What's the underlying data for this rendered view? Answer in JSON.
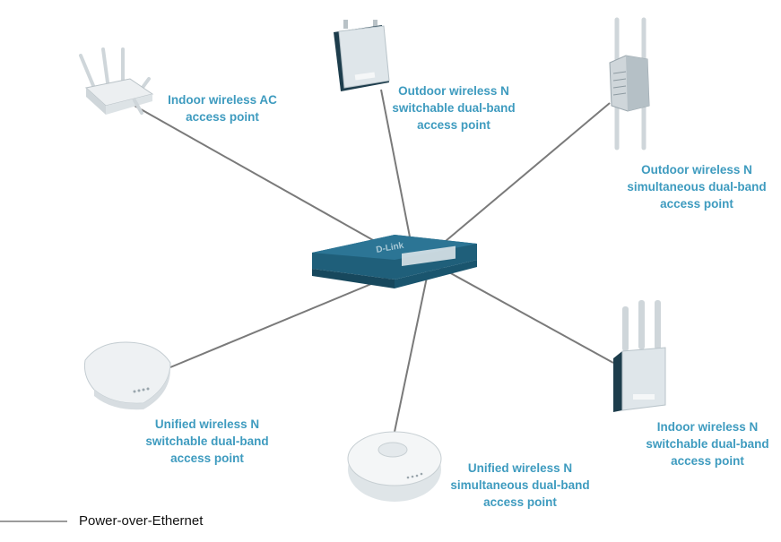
{
  "devices": {
    "indoor_ac": {
      "lines": [
        "Indoor wireless AC",
        "access point"
      ]
    },
    "outdoor_switchable": {
      "lines": [
        "Outdoor wireless N",
        "switchable dual-band",
        "access point"
      ]
    },
    "outdoor_simultaneous": {
      "lines": [
        "Outdoor wireless N",
        "simultaneous dual-band",
        "access point"
      ]
    },
    "unified_switchable": {
      "lines": [
        "Unified wireless N",
        "switchable dual-band",
        "access point"
      ]
    },
    "unified_simultaneous": {
      "lines": [
        "Unified wireless N",
        "simultaneous dual-band",
        "access point"
      ]
    },
    "indoor_switchable": {
      "lines": [
        "Indoor wireless N",
        "switchable dual-band",
        "access point"
      ]
    }
  },
  "switch": {
    "brand": "D-Link"
  },
  "legend": {
    "label": "Power-over-Ethernet"
  },
  "colors": {
    "label": "#3e9bbf",
    "link": "#7a7a7a",
    "switch_body": "#1f5f7a"
  }
}
